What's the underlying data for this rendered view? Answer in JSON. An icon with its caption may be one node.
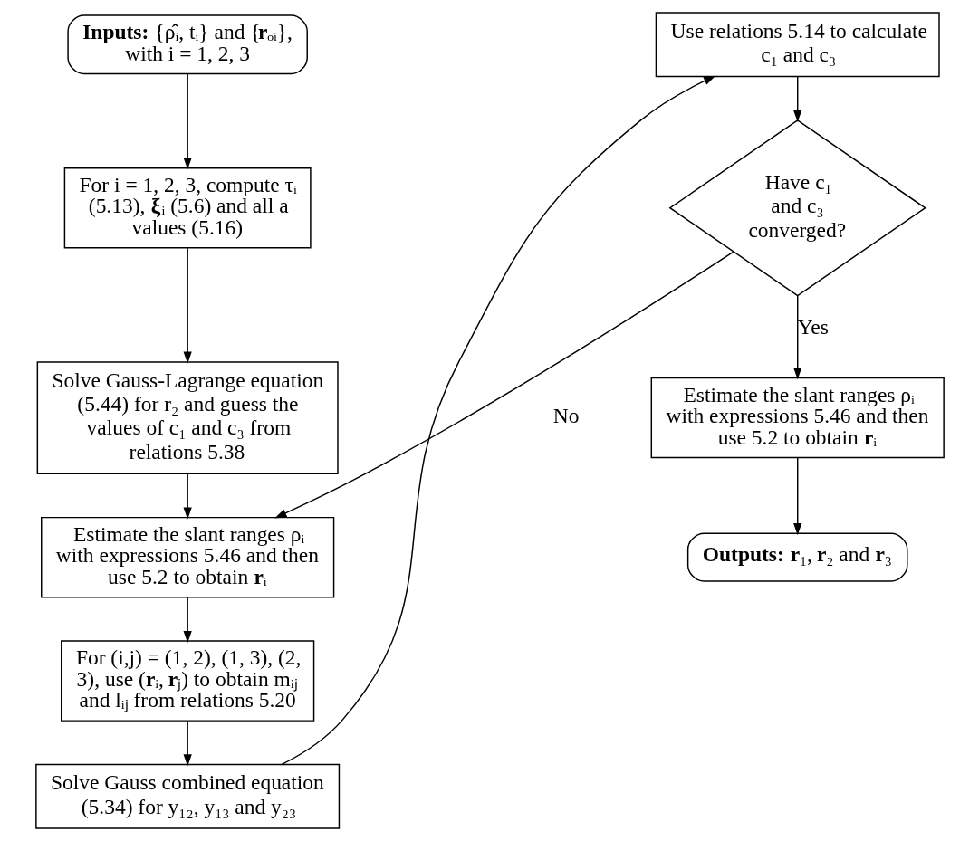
{
  "diagram": {
    "nodes": [
      {
        "text": [
          "**Inputs:** {ρ̂ᵢ, tᵢ} and {**r**ₒᵢ}, with i = 1, 2, 3"
        ]
      },
      {
        "text": [
          "For i = 1, 2, 3, compute τᵢ (5.13), **ξ**ᵢ (5.6) and all a values (5.16)"
        ]
      },
      {
        "text": [
          "Solve Gauss-Lagrange equation (5.44) for r₂ and guess the values of c₁ and c₃ from relations 5.38"
        ]
      },
      {
        "text": [
          "Estimate the slant ranges ρᵢ with expressions 5.46 and then use 5.2 to obtain **r**ᵢ"
        ]
      },
      {
        "text": [
          "For (i,j) = (1, 2), (1, 3), (2, 3), use (**r**ᵢ, **r**ⱼ) to obtain mᵢⱼ and lᵢⱼ from relations 5.20"
        ]
      },
      {
        "text": [
          "Solve Gauss combined equation (5.34) for y₁₂, y₁₃ and y₂₃"
        ]
      },
      {
        "text": [
          "Use relations 5.14 to calculate c₁ and c₃"
        ]
      },
      {
        "text": [
          "Have c₁ and c₃ converged?"
        ]
      },
      {
        "text": [
          "Estimate the slant ranges ρᵢ with expressions 5.46 and then use 5.2 to obtain **r**ᵢ"
        ]
      },
      {
        "text": [
          "**Outputs:** **r**₁, **r**₂ and **r**₃"
        ]
      }
    ],
    "edges": [
      {
        "from": 0,
        "to": 1,
        "arrow": "to"
      },
      {
        "from": 1,
        "to": 2,
        "arrow": "to"
      },
      {
        "from": 2,
        "to": 3,
        "arrow": "to"
      },
      {
        "from": 3,
        "to": 4,
        "arrow": "to"
      },
      {
        "from": 4,
        "to": 5,
        "arrow": "to"
      },
      {
        "from": 5,
        "to": 6,
        "arrow": "to"
      },
      {
        "from": 6,
        "to": 7,
        "arrow": "to"
      },
      {
        "from": 7,
        "to": 3,
        "arrow": "to",
        "label": "No"
      },
      {
        "from": 7,
        "to": 8,
        "arrow": "to",
        "label": "Yes"
      },
      {
        "from": 8,
        "to": 9,
        "arrow": "to"
      }
    ]
  }
}
